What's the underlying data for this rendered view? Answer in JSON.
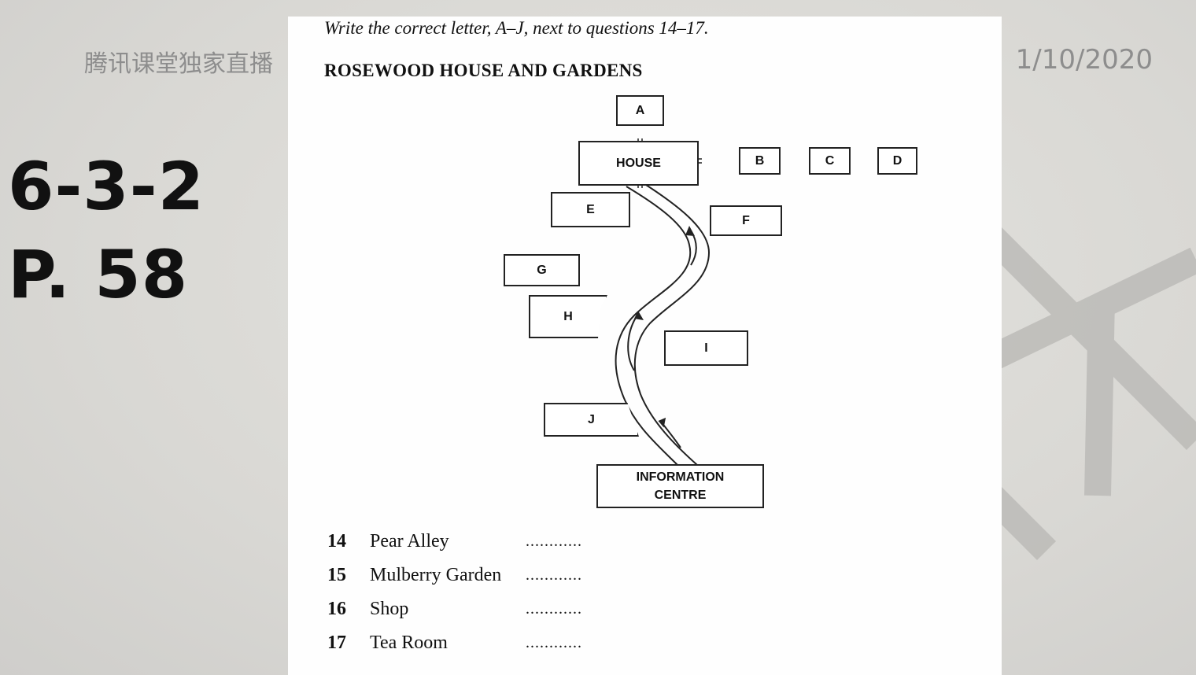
{
  "header": {
    "watermark_cn": "腾讯课堂独家直播",
    "date": "1/10/2020"
  },
  "slide_code": {
    "line1": "6-3-2",
    "line2": "P. 58"
  },
  "task": {
    "instruction": "Write the correct letter, A–J, next to questions 14–17.",
    "map_title": "ROSEWOOD HOUSE AND GARDENS"
  },
  "map": {
    "boxes": {
      "a": "A",
      "house": "HOUSE",
      "b": "B",
      "c": "C",
      "d": "D",
      "e": "E",
      "f": "F",
      "g": "G",
      "h": "H",
      "i": "I",
      "j": "J",
      "info_line1": "INFORMATION",
      "info_line2": "CENTRE"
    }
  },
  "questions": [
    {
      "number": "14",
      "label": "Pear Alley",
      "blank": "............"
    },
    {
      "number": "15",
      "label": "Mulberry Garden",
      "blank": "............"
    },
    {
      "number": "16",
      "label": "Shop",
      "blank": "............"
    },
    {
      "number": "17",
      "label": "Tea Room",
      "blank": "............"
    }
  ],
  "colors": {
    "watermark_gray": "#8d8d8d",
    "text_dark": "#111111"
  }
}
